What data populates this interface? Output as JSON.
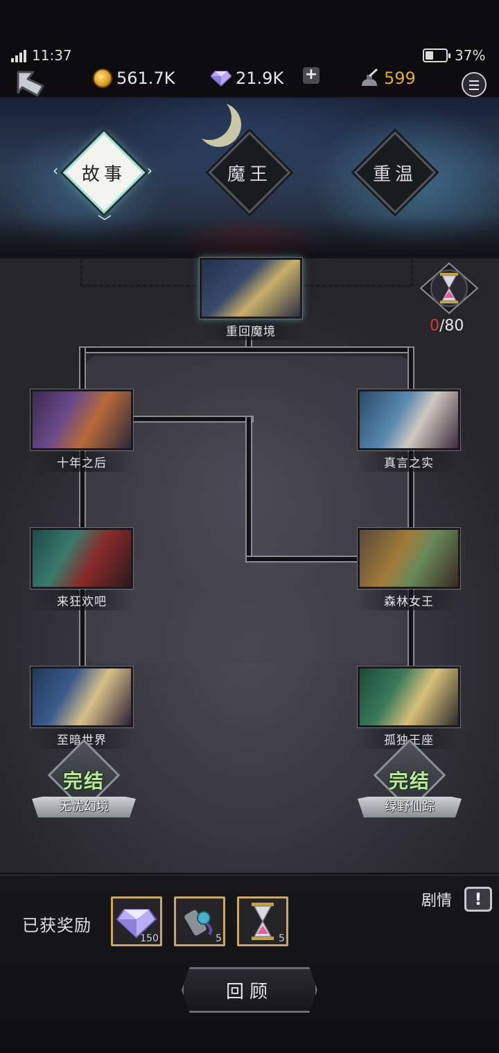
{
  "status": {
    "time": "11:37",
    "battery": "37%"
  },
  "currency": {
    "gold": "561.7K",
    "gems": "21.9K",
    "ink": "599"
  },
  "tabs": [
    {
      "label": "故事",
      "active": true
    },
    {
      "label": "魔王",
      "active": false
    },
    {
      "label": "重温",
      "active": false
    }
  ],
  "chapters": {
    "top": "重回魔境",
    "left": [
      "十年之后",
      "来狂欢吧",
      "至暗世界"
    ],
    "right": [
      "真言之实",
      "森林女王",
      "孤独王座"
    ]
  },
  "endings": [
    {
      "badge": "完结",
      "name": "无忧幻境"
    },
    {
      "badge": "完结",
      "name": "绿野仙踪"
    }
  ],
  "progress": {
    "current": "0",
    "total": "/80"
  },
  "rewards": {
    "label": "已获奖励",
    "items": [
      {
        "icon": "diamond-icon",
        "count": "150"
      },
      {
        "icon": "scroll-icon",
        "count": "5"
      },
      {
        "icon": "hourglass-icon",
        "count": "5"
      }
    ]
  },
  "plot": {
    "label": "剧情",
    "icon": "!"
  },
  "review_button": "回顾",
  "colors": {
    "accent_ink": "#e2a93a",
    "active_tab_glow": "#9fe3d5",
    "progress_zero": "#d23a3a",
    "ending_badge": "#bfe6a0"
  }
}
